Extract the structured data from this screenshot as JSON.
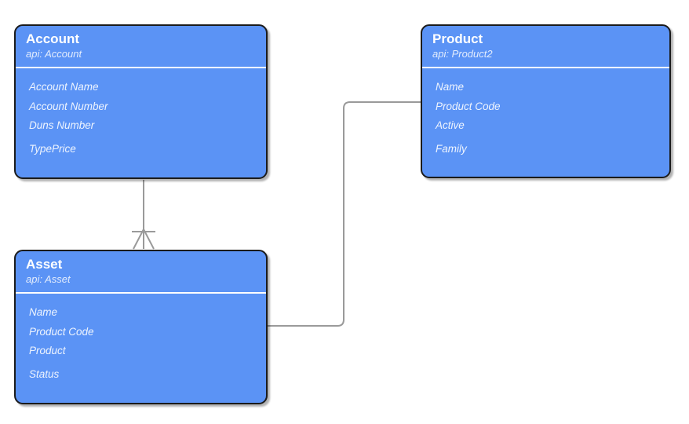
{
  "diagram": {
    "type": "entity-relationship-diagram",
    "background_color": "#ffffff",
    "entity_fill_color": "#5b93f5",
    "entity_border_color": "#1b1b1b",
    "connector_color": "#9a9a9a",
    "title_color": "#ffffff",
    "field_color": "#eef4fe"
  },
  "entities": [
    {
      "id": "account",
      "title": "Account",
      "api": "api: Account",
      "fields": [
        "Account Name",
        "Account Number",
        "Duns Number",
        "TypePrice"
      ],
      "last_field_gap": true
    },
    {
      "id": "product",
      "title": "Product",
      "api": "api: Product2",
      "fields": [
        "Name",
        "Product Code",
        "Active",
        "Family"
      ],
      "last_field_gap": true
    },
    {
      "id": "asset",
      "title": "Asset",
      "api": "api: Asset",
      "fields": [
        "Name",
        "Product Code",
        "Product",
        "Status"
      ],
      "last_field_gap": true
    }
  ],
  "relationships": [
    {
      "id": "account-to-asset",
      "from": "account",
      "to": "asset",
      "notation": "crows-foot",
      "label": ""
    },
    {
      "id": "asset-to-product",
      "from": "asset",
      "to": "product",
      "notation": "orthogonal",
      "label": ""
    }
  ]
}
